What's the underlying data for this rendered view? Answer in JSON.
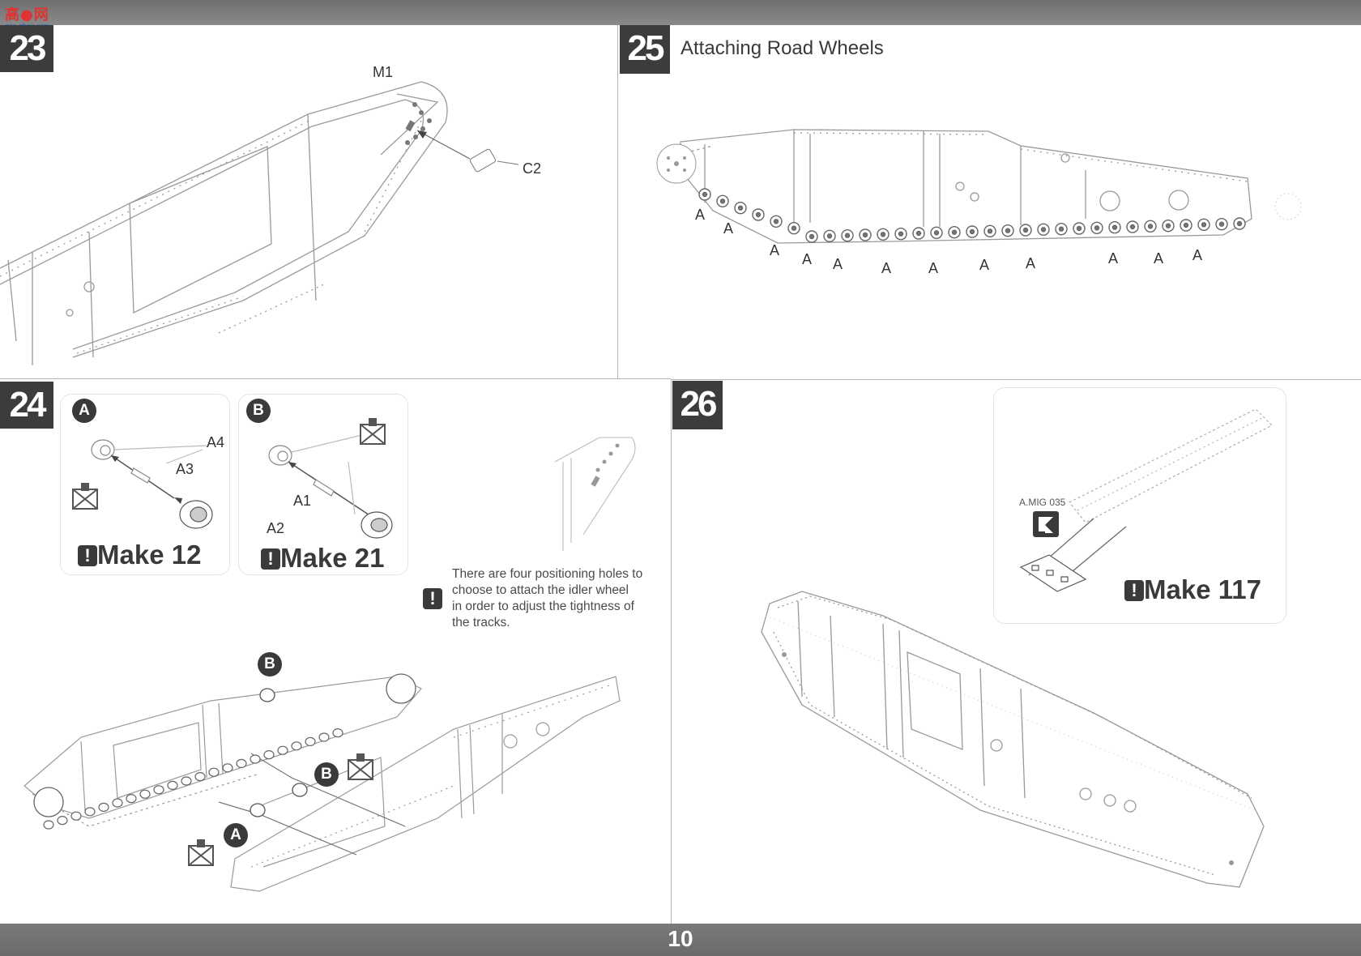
{
  "page_number": "10",
  "steps": {
    "s23": {
      "number": "23",
      "parts": {
        "m1": "M1",
        "c2": "C2"
      }
    },
    "s24": {
      "number": "24",
      "variant_a": {
        "badge": "A",
        "parts": {
          "a4": "A4",
          "a3": "A3"
        },
        "make": "Make 12"
      },
      "variant_b": {
        "badge": "B",
        "parts": {
          "a1": "A1",
          "a2": "A2"
        },
        "make": "Make 21"
      },
      "note": [
        "There are four positioning holes to",
        "choose to attach the idler wheel",
        "in order to adjust the tightness of",
        "the tracks."
      ],
      "callouts": {
        "a": "A",
        "b_top": "B",
        "b_mid": "B"
      }
    },
    "s25": {
      "number": "25",
      "title": "Attaching Road Wheels",
      "wheel_label": "A"
    },
    "s26": {
      "number": "26",
      "paint_code": "A.MIG 035",
      "make": "Make 117"
    }
  }
}
